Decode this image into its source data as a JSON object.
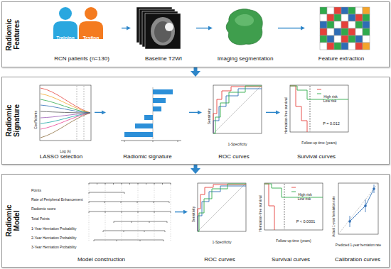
{
  "diagram": {
    "nodes": [
      {
        "text": [
          "Radiomic Features"
        ]
      },
      {
        "text": [
          "RCN patients (n=130)"
        ],
        "in": 0
      },
      {
        "text": [
          "Baseline T2WI"
        ],
        "in": 0
      },
      {
        "text": [
          "Imaging segmentation"
        ],
        "in": 0
      },
      {
        "text": [
          "Feature extraction"
        ],
        "in": 0
      },
      {
        "text": [
          "Radiomic Signature"
        ]
      },
      {
        "text": [
          "LASSO selection"
        ],
        "in": 5
      },
      {
        "text": [
          "Radiomic signature"
        ],
        "in": 5
      },
      {
        "text": [
          "ROC curves"
        ],
        "in": 5
      },
      {
        "text": [
          "Survival curves"
        ],
        "in": 5
      },
      {
        "text": [
          "Radiomic Model"
        ]
      },
      {
        "text": [
          "Model construction"
        ],
        "in": 10
      },
      {
        "text": [
          "ROC curves"
        ],
        "in": 10
      },
      {
        "text": [
          "Survival curves"
        ],
        "in": 10
      },
      {
        "text": [
          "Calibration curves"
        ],
        "in": 10
      }
    ],
    "edges": [
      {
        "from": 1,
        "to": 2,
        "arrow": "to"
      },
      {
        "from": 2,
        "to": 3,
        "arrow": "to"
      },
      {
        "from": 3,
        "to": 4,
        "arrow": "to"
      },
      {
        "from": 0,
        "to": 5,
        "arrow": "to"
      },
      {
        "from": 6,
        "to": 7,
        "arrow": "to"
      },
      {
        "from": 7,
        "to": 8,
        "arrow": "to"
      },
      {
        "from": 8,
        "to": 9,
        "arrow": "to"
      },
      {
        "from": 5,
        "to": 10,
        "arrow": "to"
      },
      {
        "from": 11,
        "to": 12,
        "arrow": "to"
      }
    ],
    "labels": [
      "Training",
      "Testing",
      "Log (λ)",
      "Coefficients",
      "Sensitivity",
      "1-Specificity",
      "Herniation-free survival",
      "Follow-up time (years)",
      "P = 0.012",
      "High risk",
      "Low risk",
      "Points",
      "Rate of Peripheral Enhancement",
      "Radiomic score",
      "Total Points",
      "1-Year Herniation Probability",
      "2-Year Herniation Probability",
      "3-Year Herniation Probability",
      "Sensitivity",
      "1-Specificity",
      "Herniation-free survival",
      "Follow-up time (years)",
      "P < 0.0001",
      "High risk",
      "Low risk",
      "Actual 1-year herniation rate",
      "Predicted 1-year herniation rate"
    ]
  }
}
